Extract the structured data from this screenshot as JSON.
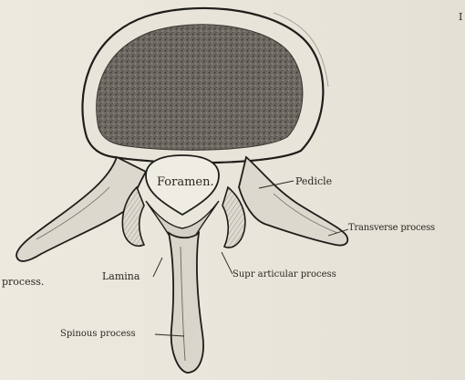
{
  "labels": {
    "foramen": "Foramen.",
    "pedicle": "Pedicle",
    "transverse_process": "Transverse process",
    "process_left": "process.",
    "lamina": "Lamina",
    "sup_articular_process": "Supr articular process",
    "spinous_process": "Spinous process",
    "corner_fragment": "I"
  }
}
